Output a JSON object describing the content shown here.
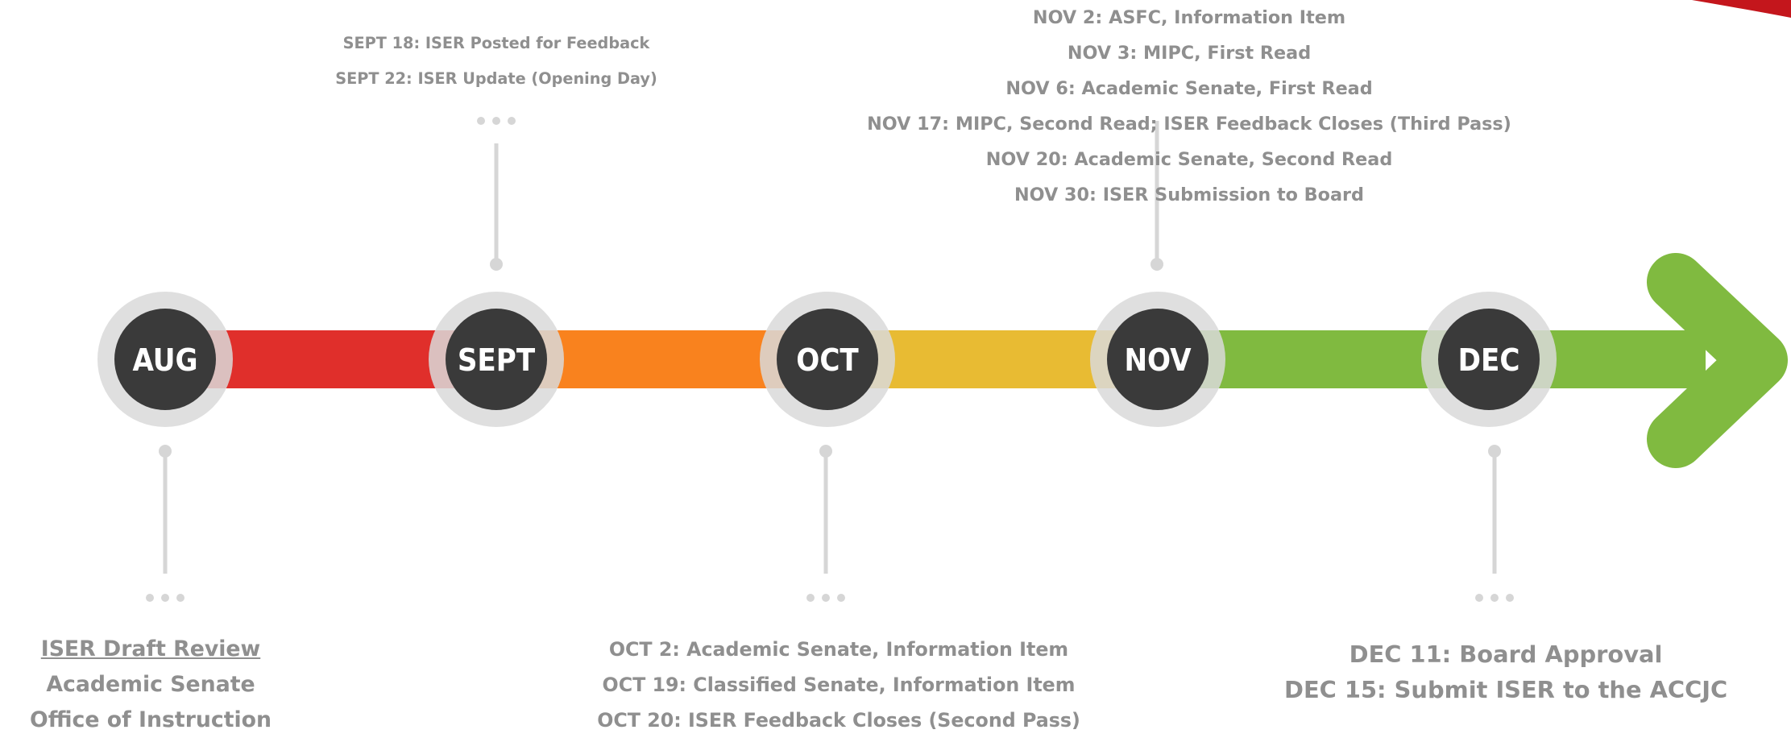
{
  "months": [
    {
      "key": "aug",
      "label": "AUG"
    },
    {
      "key": "sept",
      "label": "SEPT"
    },
    {
      "key": "oct",
      "label": "OCT"
    },
    {
      "key": "nov",
      "label": "NOV"
    },
    {
      "key": "dec",
      "label": "DEC"
    }
  ],
  "colors": {
    "red": "#e02f2b",
    "orange": "#f9821e",
    "yellow": "#e8bb33",
    "green": "#80ba40",
    "node_fill": "#3a3a3a",
    "node_ring": "#d9d9d9",
    "connector": "#d6d6d6",
    "text": "#8f8f8f",
    "corner_accent": "#c4161c"
  },
  "notes": {
    "aug": {
      "title": "ISER Draft Review",
      "lines": [
        "Academic Senate",
        "Office of Instruction"
      ]
    },
    "sept": {
      "lines": [
        "SEPT 18: ISER Posted for Feedback",
        "SEPT 22: ISER Update (Opening Day)"
      ]
    },
    "oct": {
      "lines": [
        "OCT 2: Academic Senate, Information Item",
        "OCT 19: Classified Senate, Information Item",
        "OCT 20: ISER Feedback Closes (Second Pass)"
      ]
    },
    "nov": {
      "lines": [
        "NOV 2: ASFC, Information Item",
        "NOV 3: MIPC, First Read",
        "NOV 6: Academic Senate, First Read",
        "NOV 17: MIPC, Second Read; ISER Feedback Closes (Third Pass)",
        "NOV 20: Academic Senate, Second Read",
        "NOV 30: ISER Submission to Board"
      ]
    },
    "dec": {
      "lines": [
        "DEC 11: Board Approval",
        "DEC 15: Submit ISER to the ACCJC"
      ]
    }
  }
}
